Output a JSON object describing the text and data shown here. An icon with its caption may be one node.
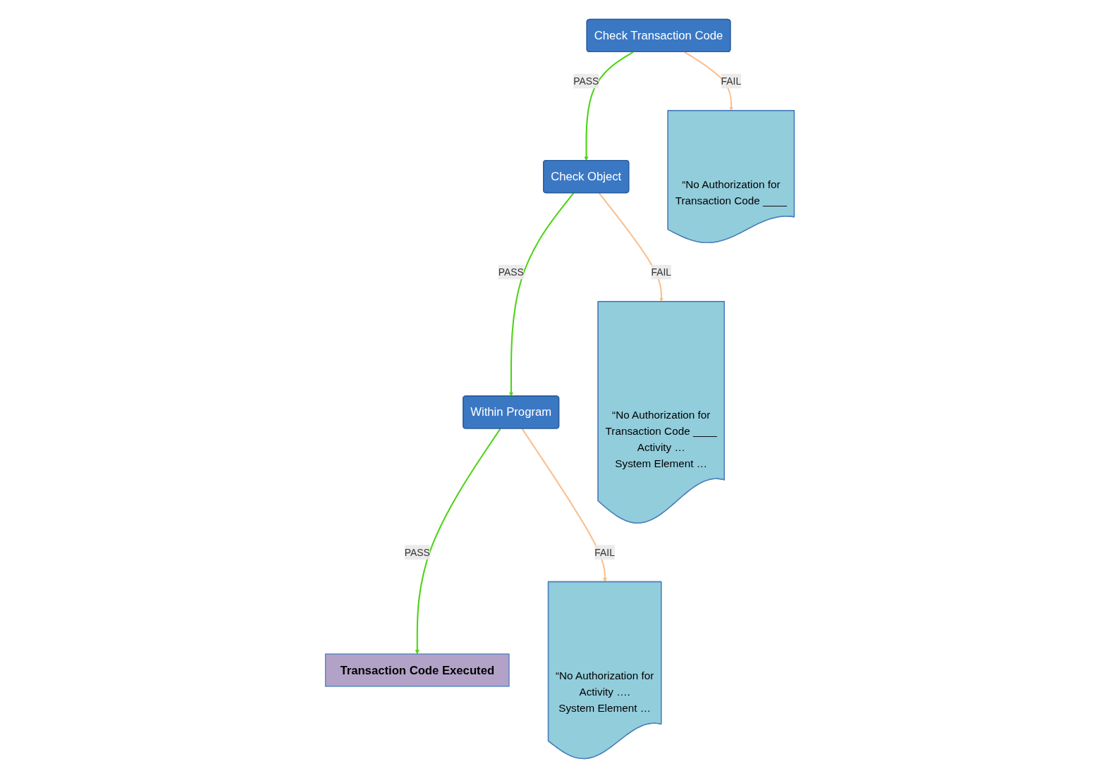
{
  "diagram": {
    "nodes": [
      {
        "text": [
          "Check Transaction Code"
        ]
      },
      {
        "text": [
          "Check Object"
        ]
      },
      {
        "text": [
          "Within Program"
        ]
      },
      {
        "text": [
          "Transaction Code Executed"
        ]
      },
      {
        "text": [
          "“No Authorization for",
          "Transaction Code ____"
        ]
      },
      {
        "text": [
          "“No Authorization for",
          "Transaction Code ____",
          "Activity …",
          "System Element …"
        ]
      },
      {
        "text": [
          "“No Authorization for",
          "Activity ….",
          "System Element …"
        ]
      }
    ],
    "edges": [
      {
        "from": 0,
        "to": 1,
        "arrow": "to",
        "label": "PASS",
        "color": "#4cd414"
      },
      {
        "from": 0,
        "to": 4,
        "arrow": "to",
        "label": "FAIL",
        "color": "#f9bf8f"
      },
      {
        "from": 1,
        "to": 2,
        "arrow": "to",
        "label": "PASS",
        "color": "#4cd414"
      },
      {
        "from": 1,
        "to": 5,
        "arrow": "to",
        "label": "FAIL",
        "color": "#f9bf8f"
      },
      {
        "from": 2,
        "to": 3,
        "arrow": "to",
        "label": "PASS",
        "color": "#4cd414"
      },
      {
        "from": 2,
        "to": 6,
        "arrow": "to",
        "label": "FAIL",
        "color": "#f9bf8f"
      }
    ]
  }
}
